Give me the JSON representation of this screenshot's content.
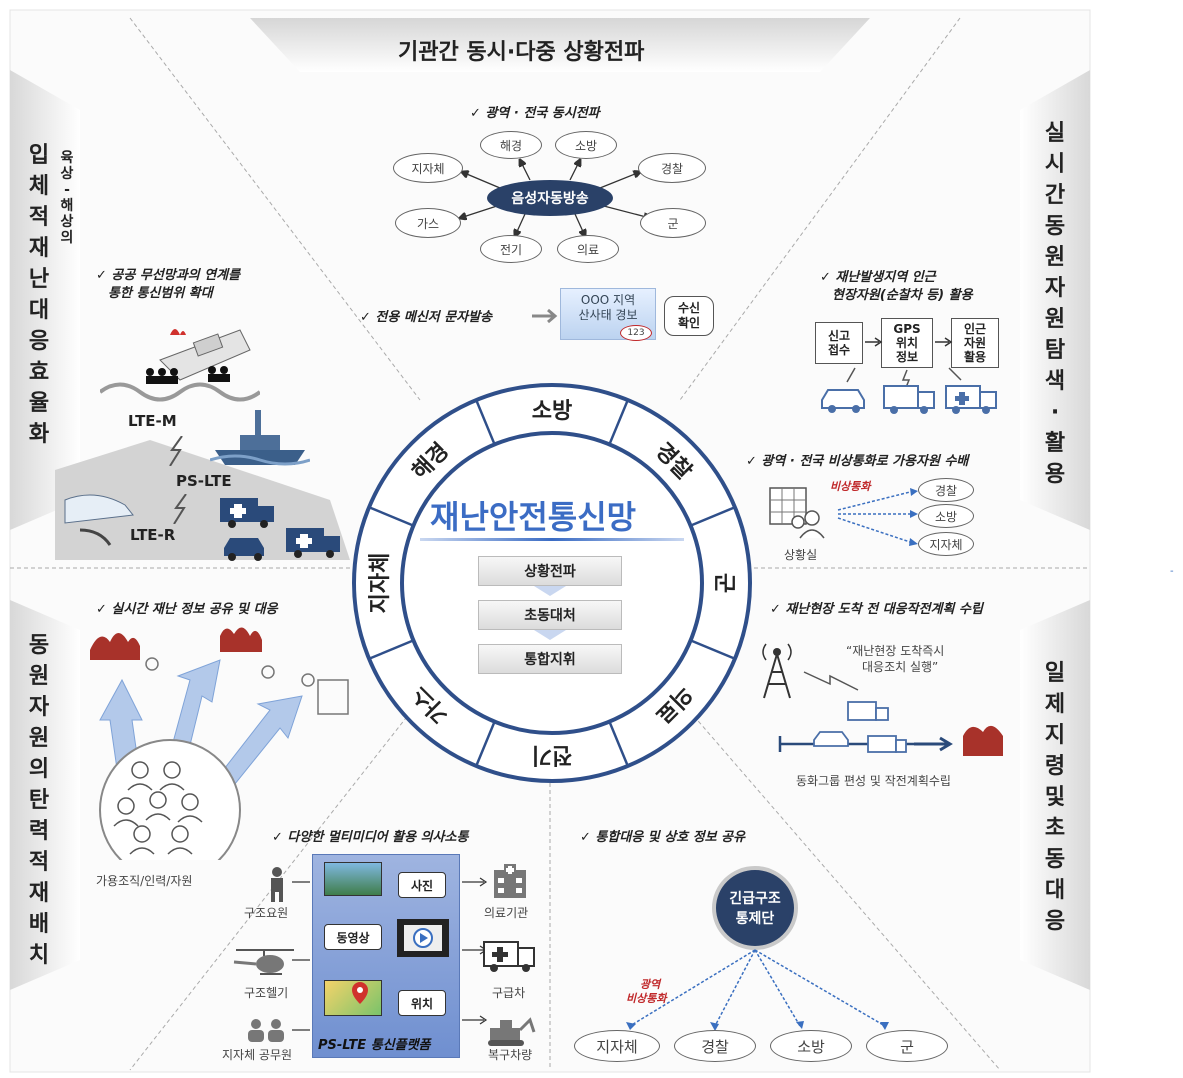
{
  "header": {
    "top": "기관간 동시·다중 상황전파",
    "left_main": "입체적재난대응효율화",
    "left_sub": "육상-해상의",
    "right_top": "실시간동원자원탐색·활용",
    "left_bottom": "동원자원의탄력적재배치",
    "right_bottom": "일제지령및초동대응"
  },
  "top_section": {
    "check_broadcast": "✓ 광역 · 전국 동시전파",
    "center_pill": "음성자동방송",
    "agencies": [
      "지자체",
      "해경",
      "소방",
      "경찰",
      "군",
      "의료",
      "전기",
      "가스"
    ],
    "check_messenger": "✓ 전용 메신저 문자발송",
    "message_line1": "OOO 지역",
    "message_line2": "산사태 경보",
    "message_count": "123",
    "confirm_line1": "수신",
    "confirm_line2": "확인"
  },
  "left_top": {
    "check": "✓ 공공 무선망과의 연계를",
    "check2": "통한 통신범위 확대",
    "lte_m": "LTE-M",
    "ps_lte": "PS-LTE",
    "lte_r": "LTE-R"
  },
  "right_top": {
    "check": "✓ 재난발생지역 인근",
    "check2": "현장자원(순찰차 등) 활용",
    "flow": [
      "신고\n접수",
      "GPS\n위치\n정보",
      "인근\n자원\n활용"
    ],
    "check_call": "✓ 광역 · 전국 비상통화로 가용자원 수배",
    "emergency_call": "비상통화",
    "targets": [
      "경찰",
      "소방",
      "지자체"
    ],
    "situation_room": "상황실"
  },
  "center": {
    "title": "재난안전통신망",
    "steps": [
      "상황전파",
      "초동대처",
      "통합지휘"
    ],
    "ring": [
      "소방",
      "경찰",
      "군",
      "의료",
      "전기",
      "가스",
      "지자체",
      "해경"
    ]
  },
  "left_bottom": {
    "check": "✓ 실시간 재난 정보 공유 및  대응",
    "caption": "가용조직/인력/자원"
  },
  "right_bottom": {
    "check": "✓ 재난현장 도착 전 대응작전계획 수립",
    "quote1": "“재난현장 도착즉시",
    "quote2": "대응조치 실행”",
    "caption": "동화그룹 편성 및 작전계획수립"
  },
  "bottom_left": {
    "check": "✓ 다양한 멀티미디어 활용 의사소통",
    "labels": [
      "사진",
      "동영상",
      "위치"
    ],
    "platform": "PS-LTE 통신플랫폼",
    "left_roles": [
      "구조요원",
      "구조헬기",
      "지자체 공무원"
    ],
    "right_roles": [
      "의료기관",
      "구급차",
      "복구차량"
    ]
  },
  "bottom_right": {
    "check": "✓ 통합대응 및 상호 정보 공유",
    "hub_line1": "긴급구조",
    "hub_line2": "통제단",
    "call_line1": "광역",
    "call_line2": "비상통화",
    "nodes": [
      "지자체",
      "경찰",
      "소방",
      "군"
    ]
  },
  "colors": {
    "navy": "#2a4168",
    "ring_blue": "#2f4f8a",
    "title_blue": "#3b6cc4",
    "emergency_red": "#c0282a",
    "arrow_blue": "#7fa3d8"
  }
}
